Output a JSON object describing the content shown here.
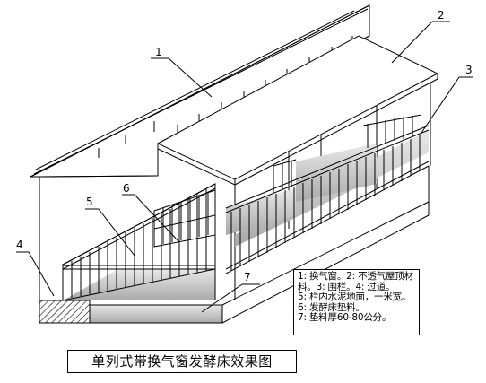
{
  "diagram": {
    "callouts": [
      "1",
      "2",
      "3",
      "4",
      "5",
      "6",
      "7"
    ],
    "legend": [
      "1: 换气窗。2: 不透气屋顶材",
      "料。3: 围栏。4: 过道。",
      "5: 栏内水泥地面，一米宽。",
      "6: 发酵床垫料。",
      "7: 垫料厚60-80公分。"
    ],
    "caption": "单列式带换气窗发酵床效果图"
  }
}
